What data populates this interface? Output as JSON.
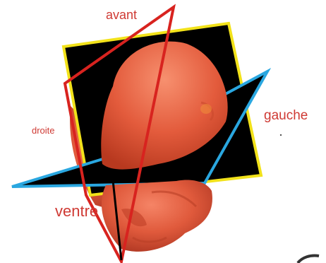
{
  "labels": {
    "front": "avant",
    "left": "gauche",
    "right": "droite",
    "belly": "ventre"
  },
  "colors": {
    "head": "#e05a3c",
    "head_shadow": "#a8321f",
    "plane_fill": "#000000",
    "coronal_edge": "#f2e21a",
    "sagittal_edge": "#d8231f",
    "axial_edge": "#2aa7e0",
    "label_text": "#cf3a34"
  }
}
